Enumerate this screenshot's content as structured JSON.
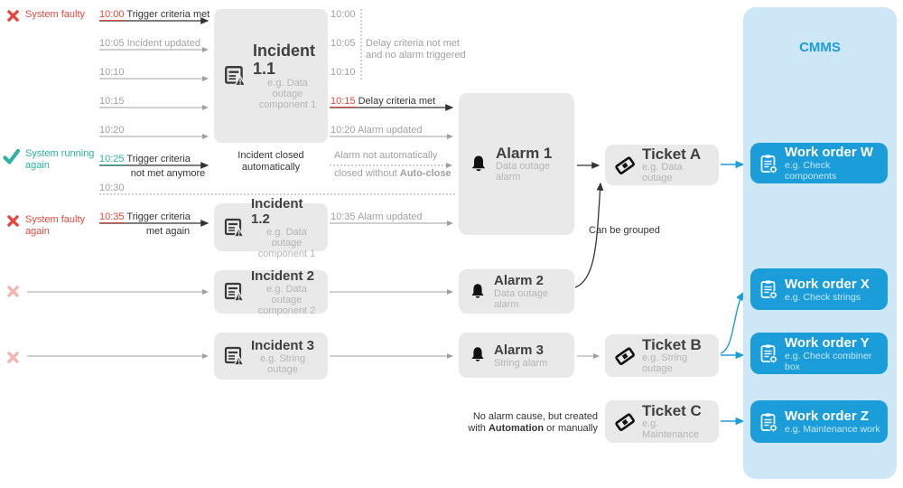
{
  "colors": {
    "red": "#E8463C",
    "teal": "#2BB3A0",
    "blue": "#1A9DD9",
    "panel": "#CDE7F6",
    "box": "#E9E9E9",
    "title": "#404040",
    "sub": "#B5B5B5",
    "gray": "#A0A0A0",
    "dark": "#333333",
    "wo_sub": "#C9E9FA"
  },
  "status_markers": [
    {
      "line1": "System faulty",
      "line2": ""
    },
    {
      "line1": "System running",
      "line2": "again"
    },
    {
      "line1": "System faulty",
      "line2": "again"
    }
  ],
  "rows_left": [
    {
      "time": "10:00",
      "text": "Trigger criteria met"
    },
    {
      "time": "10:05",
      "text": "Incident updated"
    },
    {
      "time": "10:10",
      "text": ""
    },
    {
      "time": "10:15",
      "text": ""
    },
    {
      "time": "10:20",
      "text": ""
    },
    {
      "time": "10:25",
      "text": "Trigger criteria",
      "text2": "not met anymore"
    },
    {
      "time": "10:30",
      "text": ""
    },
    {
      "time": "10:35",
      "text": "Trigger criteria",
      "text2": "met again"
    }
  ],
  "rows_mid": {
    "times": [
      "10:00",
      "10:05",
      "10:10"
    ],
    "delay_note_1": "Delay criteria not met",
    "delay_note_2": "and no alarm triggered",
    "row_1015": {
      "time": "10:15",
      "text": "Delay criteria met"
    },
    "row_1020": {
      "time": "10:20",
      "text": "Alarm updated"
    },
    "alarm_note_1": "Alarm not automatically",
    "alarm_note_2a": "closed without ",
    "alarm_note_2b": "Auto-close",
    "row_1035": {
      "time": "10:35",
      "text": "Alarm updated"
    }
  },
  "incident_closed_1": "Incident closed",
  "incident_closed_2": "automatically",
  "incidents": [
    {
      "title": "Incident 1.1",
      "sub1": "e.g. Data outage",
      "sub2": "component 1"
    },
    {
      "title": "Incident 1.2",
      "sub1": "e.g. Data outage",
      "sub2": "component 1"
    },
    {
      "title": "Incident 2",
      "sub1": "e.g. Data outage",
      "sub2": "component 2"
    },
    {
      "title": "Incident 3",
      "sub1": "e.g. String",
      "sub2": "outage"
    }
  ],
  "alarms": [
    {
      "title": "Alarm 1",
      "sub": "Data outage alarm"
    },
    {
      "title": "Alarm 2",
      "sub": "Data outage alarm"
    },
    {
      "title": "Alarm 3",
      "sub": "String alarm"
    }
  ],
  "tickets": [
    {
      "title": "Ticket A",
      "sub": "e.g. Data outage"
    },
    {
      "title": "Ticket B",
      "sub": "e.g. String outage"
    },
    {
      "title": "Ticket C",
      "sub": "e.g. Maintenance"
    }
  ],
  "cmms": {
    "title": "CMMS",
    "work_orders": [
      {
        "title": "Work order W",
        "sub": "e.g. Check components"
      },
      {
        "title": "Work order X",
        "sub": "e.g. Check strings"
      },
      {
        "title": "Work order Y",
        "sub": "e.g. Check combiner box"
      },
      {
        "title": "Work order Z",
        "sub": "e.g. Maintenance work"
      }
    ]
  },
  "annotations": {
    "can_be_grouped": "Can be grouped",
    "no_alarm_1": "No alarm cause, but created",
    "no_alarm_2a": "with ",
    "no_alarm_2b": "Automation",
    "no_alarm_2c": " or manually"
  }
}
